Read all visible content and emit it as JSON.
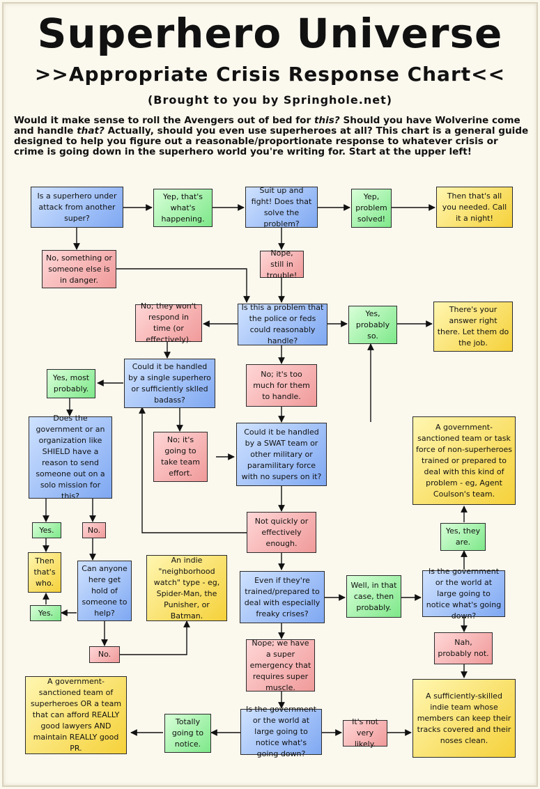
{
  "title": "Superhero Universe",
  "subtitle": ">>Appropriate Crisis Response Chart<<",
  "credit": "(Brought to you by Springhole.net)",
  "intro": {
    "p1": "Would it make sense to roll the Avengers out of bed for ",
    "em1": "this?",
    "p2": " Should you have Wolverine come and handle ",
    "em2": "that?",
    "p3": " Actually, should you even use superheroes at all? This chart is a general guide designed to help you figure out a reasonable/proportionate response to whatever crisis or crime is going down in the superhero world you're writing for. Start at the upper left!"
  },
  "colors": {
    "blue": "#7fa8f2",
    "green": "#7ee88a",
    "red": "#f09a9a",
    "yellow": "#f5d13a"
  },
  "nodes": {
    "q_attack": "Is a superhero under attack from another super?",
    "yep_happening": "Yep, that's what's happening.",
    "suit_up": "Suit up and fight! Does that solve the problem?",
    "yep_solved": "Yep, problem solved!",
    "all_needed": "Then that's all you needed. Call it a night!",
    "no_something": "No, something or someone else is in danger.",
    "nope_trouble": "Nope, still in trouble!",
    "q_police": "Is this a problem that the police or feds could reasonably handle?",
    "no_wont": "No; they won't respond in time (or effectively).",
    "yes_prob": "Yes, probably so.",
    "answer_there": "There's your answer right there. Let them do the job.",
    "q_single": "Could it be handled by a single superhero or sufficiently sklled badass?",
    "yes_most": "Yes, most probably.",
    "no_too_much": "No; it's too much for them to handle.",
    "q_gov_solo": "Does the government or an organization like SHIELD have a reason to send someone out on a solo mission for this?",
    "no_team_effort": "No; it's going to take team effort.",
    "q_swat": "Could it be handled by a SWAT team or other military or paramilitary force with no supers on it?",
    "gov_task_force": "A government-sanctioned team or task force of non-superheroes trained or prepared to deal with this kind of problem - eg, Agent Coulson's team.",
    "yes_a": "Yes.",
    "no_a": "No.",
    "not_quickly": "Not quickly or effectively enough.",
    "yes_they_are": "Yes, they are.",
    "thats_who": "Then that's who.",
    "q_anyone": "Can anyone here get hold of someone to help?",
    "indie_watch": "An indie \"neighborhood watch\" type - eg, Spider-Man, the Punisher, or Batman.",
    "q_freaky": "Even if they're trained/prepared to deal with especially freaky crises?",
    "well_then": "Well, in that case, then probably.",
    "q_notice1": "Is the government or the world at large going to notice what's going down?",
    "yes_b": "Yes.",
    "nope_super": "Nope; we have a super emergency that requires super muscle.",
    "nah_prob": "Nah, probably not.",
    "no_b": "No.",
    "gov_superheroes": "A government-sanctioned team of superheroes OR a team that can afford REALLY good lawyers AND maintain REALLY good PR.",
    "totally_notice": "Totally going to notice.",
    "q_notice2": "Is the government or the world at large going to notice what's going down?",
    "not_likely": "It's not very likely.",
    "indie_team": "A sufficiently-skilled indie team whose members can keep their tracks covered and their noses clean."
  }
}
